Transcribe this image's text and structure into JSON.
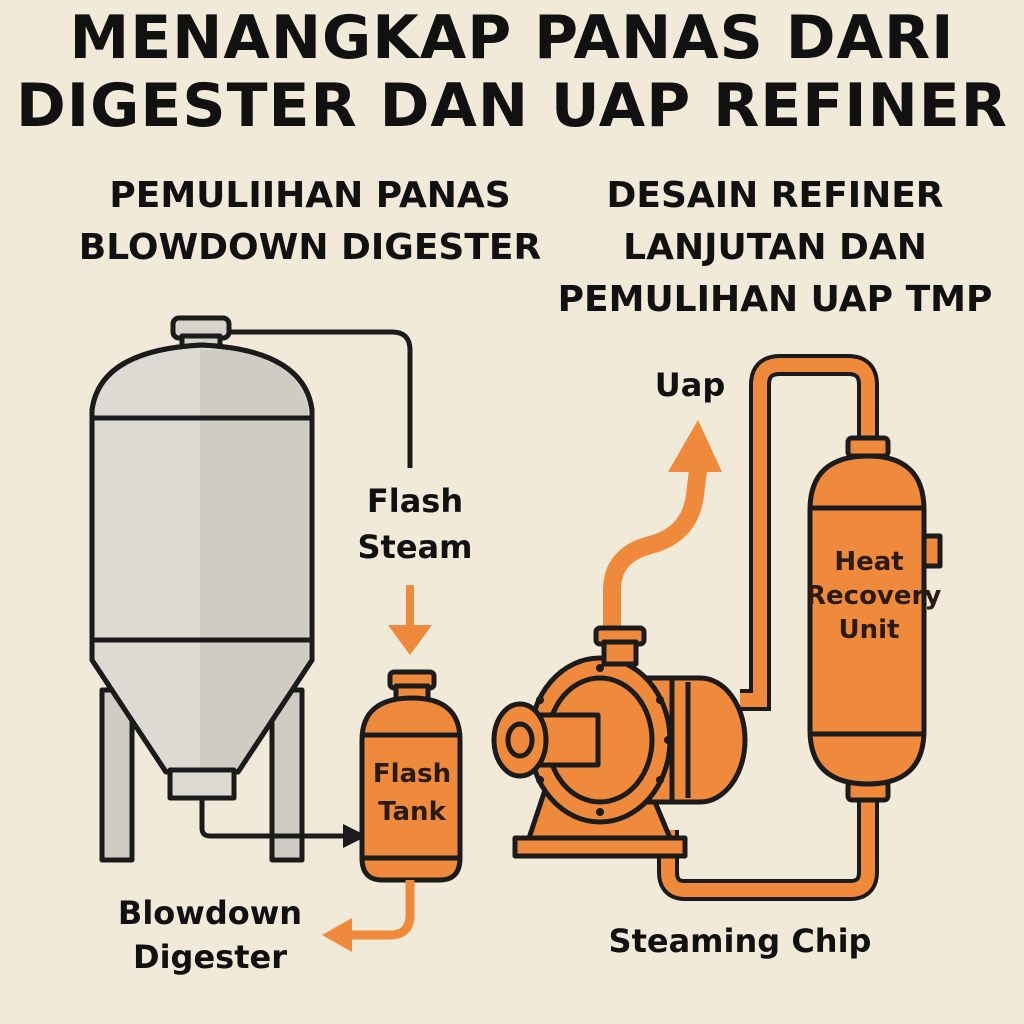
{
  "title": {
    "line1": "MENANGKAP PANAS DARI",
    "line2": "DIGESTER DAN UAP REFINER"
  },
  "left_section": {
    "heading_line1": "PEMULIIHAN PANAS",
    "heading_line2": "BLOWDOWN DIGESTER",
    "flash_steam_line1": "Flash",
    "flash_steam_line2": "Steam",
    "flash_tank_line1": "Flash",
    "flash_tank_line2": "Tank",
    "blowdown_line1": "Blowdown",
    "blowdown_line2": "Digester"
  },
  "right_section": {
    "heading_line1": "DESAIN REFINER",
    "heading_line2": "LANJUTAN DAN",
    "heading_line3": "PEMULIHAN UAP TMP",
    "uap_label": "Uap",
    "hru_line1": "Heat",
    "hru_line2": "Recovery",
    "hru_line3": "Unit",
    "steaming_chip_label": "Steaming Chip"
  },
  "colors": {
    "background": "#f2ead9",
    "orange": "#ef8a3c",
    "vessel_grey": "#dcdad2",
    "outline": "#1b1b1b"
  }
}
